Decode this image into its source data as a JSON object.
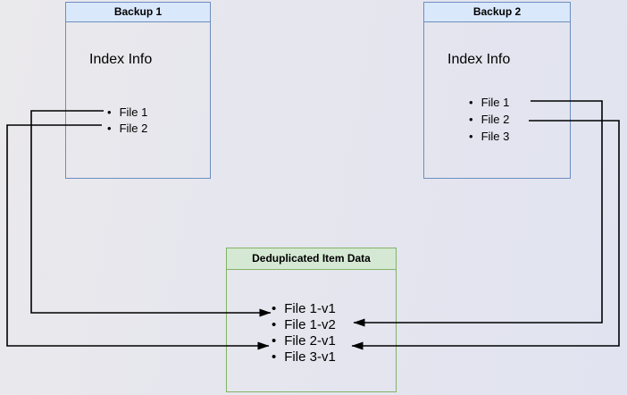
{
  "diagram": {
    "bullet_glyph": "•",
    "backup1": {
      "title": "Backup 1",
      "index_label": "Index Info",
      "items": [
        "File 1",
        "File 2"
      ]
    },
    "backup2": {
      "title": "Backup 2",
      "index_label": "Index Info",
      "items": [
        "File 1",
        "File 2",
        "File 3"
      ]
    },
    "dedup": {
      "title": "Deduplicated Item Data",
      "items": [
        "File 1-v1",
        "File 1-v2",
        "File 2-v1",
        "File 3-v1"
      ]
    },
    "connections": [
      {
        "label": "Backup 1 File 1 to File 1-v1"
      },
      {
        "label": "Backup 1 File 2 to File 2-v1"
      },
      {
        "label": "Backup 2 File 1 to File 1-v2"
      },
      {
        "label": "Backup 2 File 2 to File 2-v1"
      }
    ],
    "colors": {
      "blue_border": "#6c8ebf",
      "blue_fill": "#dae8fc",
      "green_border": "#82b366",
      "green_fill": "#d5e8d4",
      "line": "#000000"
    }
  }
}
